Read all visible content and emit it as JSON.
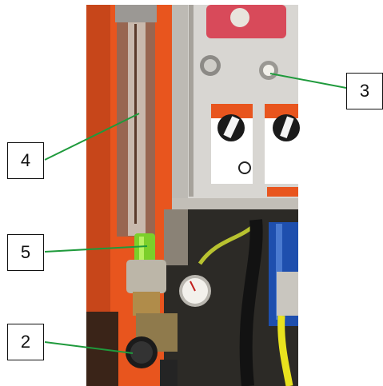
{
  "callouts": [
    {
      "label": "3",
      "target": "indicator-lamp"
    },
    {
      "label": "4",
      "target": "flowmeter-tube"
    },
    {
      "label": "5",
      "target": "flowmeter-float"
    },
    {
      "label": "2",
      "target": "regulator-knob"
    }
  ],
  "colors": {
    "frame_orange": "#e8551e",
    "panel_grey": "#d8d6d2",
    "leader_green": "#1f9a3c",
    "hose_blue": "#1e4fae",
    "cable_yellow": "#e8e21e",
    "float_green": "#7ccf2a"
  }
}
